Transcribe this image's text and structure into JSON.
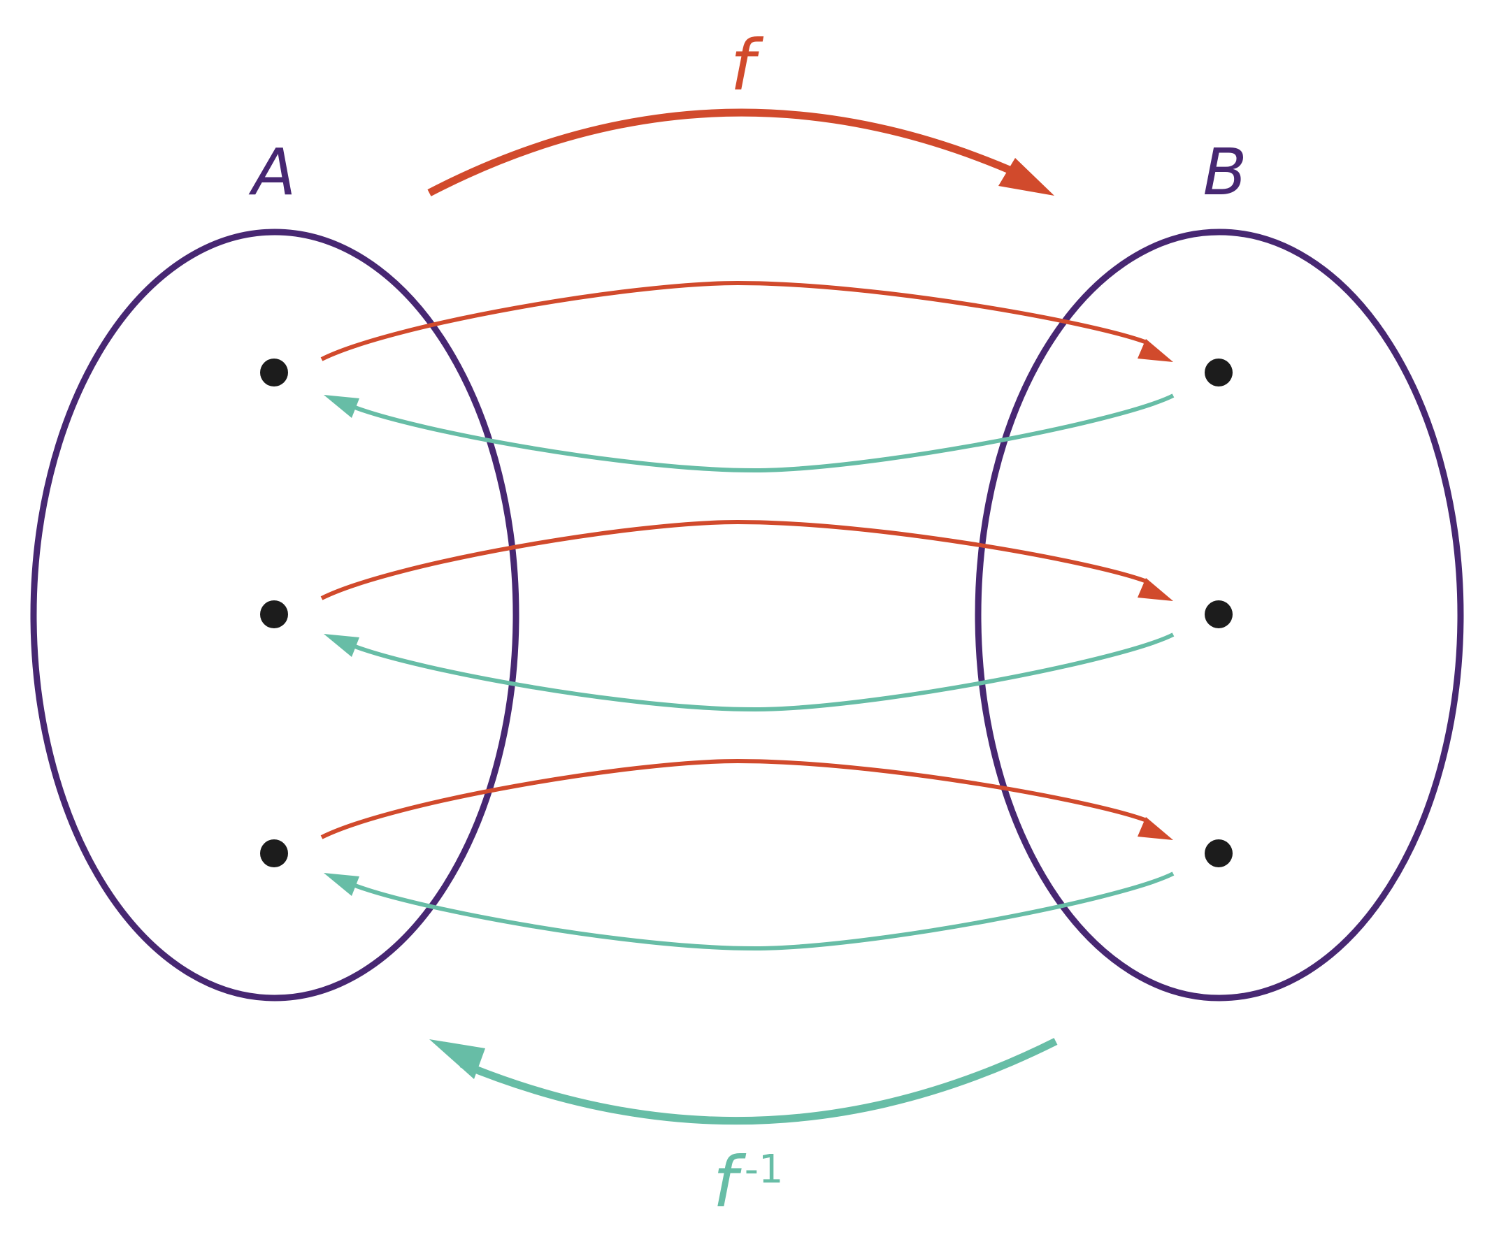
{
  "labels": {
    "set_a": "A",
    "set_b": "B",
    "f": "f",
    "f_inverse_base": "f",
    "f_inverse_exponent": "-1"
  },
  "colors": {
    "set_outline": "#472772",
    "forward": "#D14A2C",
    "inverse": "#67BDA6",
    "point": "#1c1c1c"
  }
}
